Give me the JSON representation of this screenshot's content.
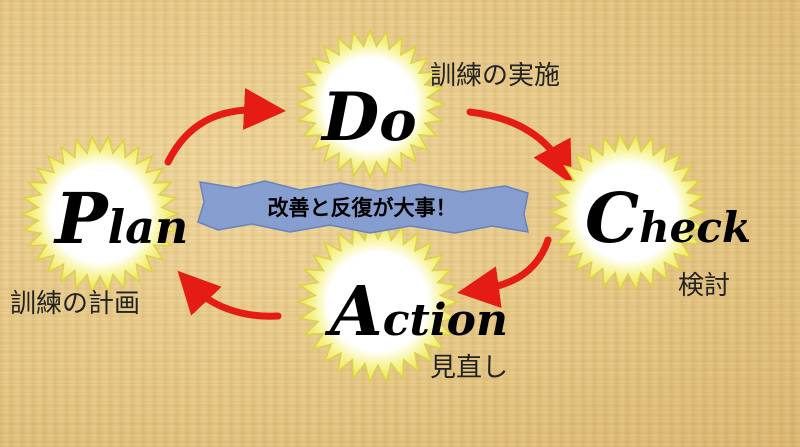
{
  "banner": {
    "text": "改善と反復が大事！"
  },
  "nodes": {
    "plan": {
      "big": "P",
      "rest": "lan",
      "caption": "訓練の計画"
    },
    "do": {
      "big": "D",
      "rest": "o",
      "caption": "訓練の実施"
    },
    "check": {
      "big": "C",
      "rest": "heck",
      "caption": "検討"
    },
    "action": {
      "big": "A",
      "rest": "ction",
      "caption": "見直し"
    }
  },
  "colors": {
    "burst_fill": "#ffffff",
    "burst_glow": "#f4f06a",
    "burst_edge": "#d9d24a",
    "arrow": "#e51c14",
    "banner_fill": "#7f9ad6",
    "banner_stroke": "#5f7cc2"
  }
}
